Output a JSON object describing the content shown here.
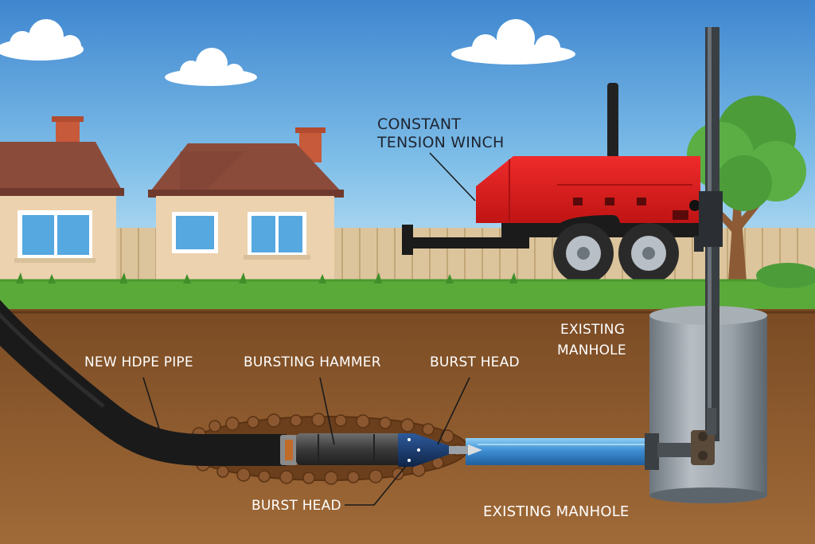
{
  "labels": {
    "winch_line1": "CONSTANT",
    "winch_line2": "TENSION  WINCH",
    "manhole_top_line1": "EXISTING",
    "manhole_top_line2": "MANHOLE",
    "new_pipe": "NEW HDPE PIPE",
    "hammer": "BURSTING HAMMER",
    "burst_head_top": "BURST HEAD",
    "burst_head_bottom": "BURST HEAD",
    "manhole_bottom": "EXISTING MANHOLE"
  },
  "colors": {
    "sky_top": "#3f86cf",
    "sky_bottom": "#bfe3f5",
    "soil": "#8a5a2e",
    "grass": "#5aaa3a",
    "trailer": "#e01e1e",
    "pipe_new": "#1c1c1c",
    "pipe_existing": "#3f8fd4",
    "manhole": "#8d969f"
  }
}
